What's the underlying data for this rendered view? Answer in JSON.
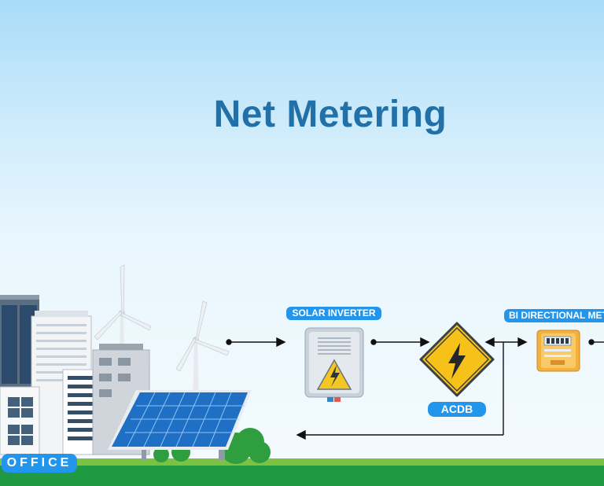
{
  "title": "Net Metering",
  "labels": {
    "solar_inverter": "SOLAR INVERTER",
    "acdb": "ACDB",
    "bi_directional_meter": "BI DIRECTIONAL METER",
    "office": "OFFICE"
  },
  "colors": {
    "title": "#2170a8",
    "label_pill": "#2196ec",
    "grass": "#1f9a43",
    "warning_sign": "#f6c21a"
  },
  "icons": [
    "solar-panel-icon",
    "wind-turbine-icon",
    "office-building-icon",
    "inverter-icon",
    "high-voltage-sign-icon",
    "meter-icon"
  ]
}
